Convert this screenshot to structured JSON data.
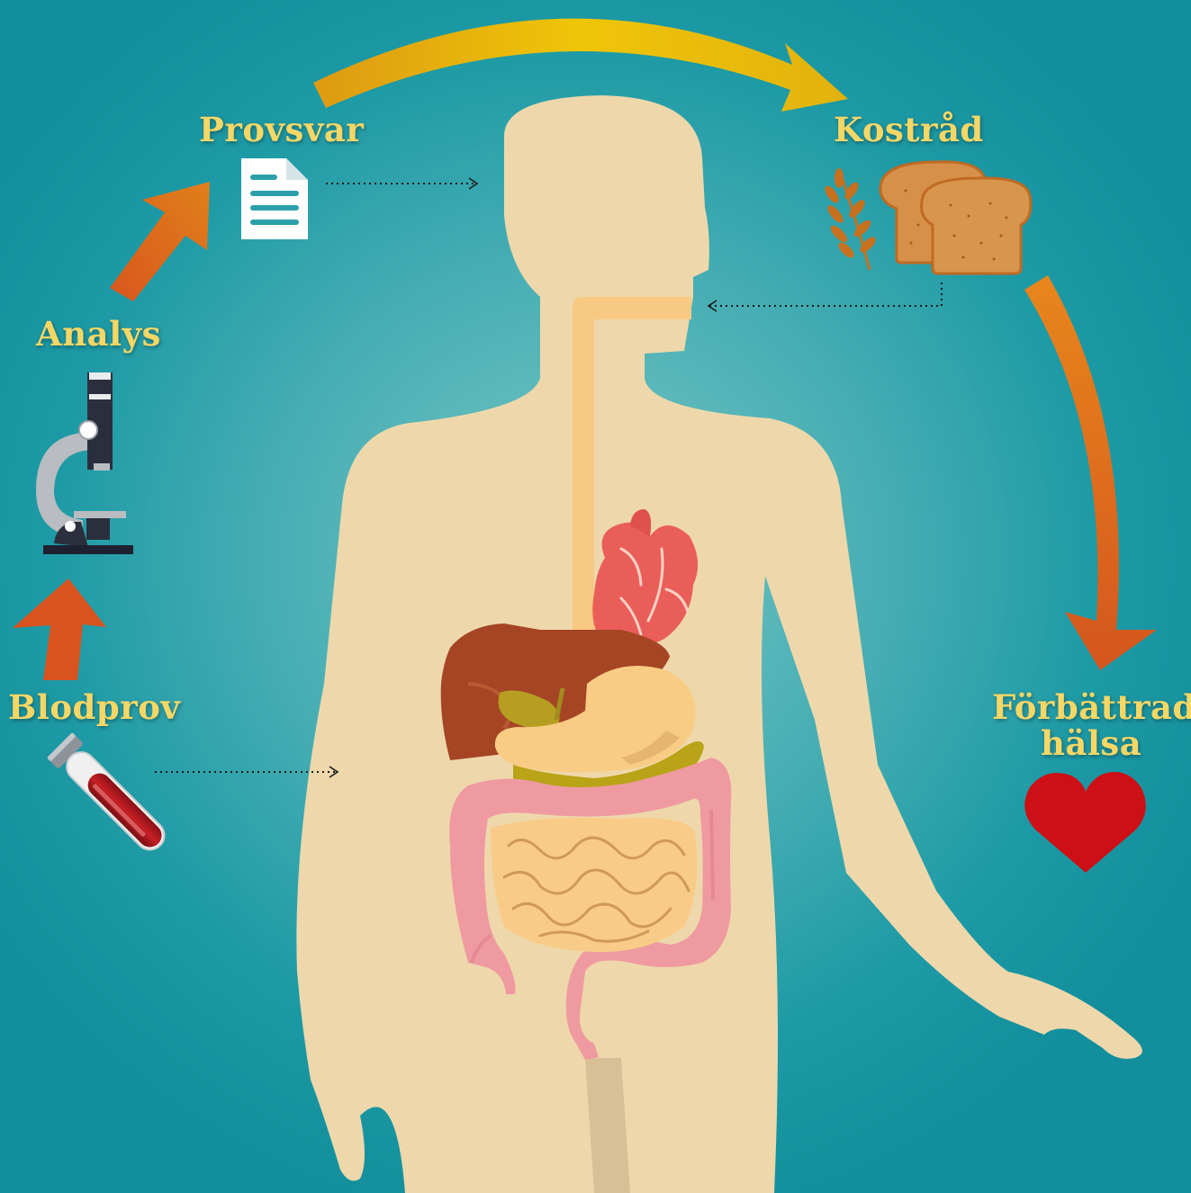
{
  "steps": {
    "provsvar": "Provsvar",
    "kostrad": "Kostråd",
    "analys": "Analys",
    "blodprov": "Blodprov",
    "forbattrad_line1": "Förbättrad",
    "forbattrad_line2": "hälsa"
  },
  "icons": {
    "document": "document-icon",
    "bread": "bread-icon",
    "wheat": "wheat-icon",
    "microscope": "microscope-icon",
    "test_tube": "blood-test-tube-icon",
    "heart": "heart-icon"
  },
  "colors": {
    "background": "#1d9aa5",
    "label": "#f6d766",
    "body": "#eed8ab",
    "arrow_yellow": "#e7b90b",
    "arrow_orange": "#d9651d",
    "heart": "#cc1016"
  }
}
